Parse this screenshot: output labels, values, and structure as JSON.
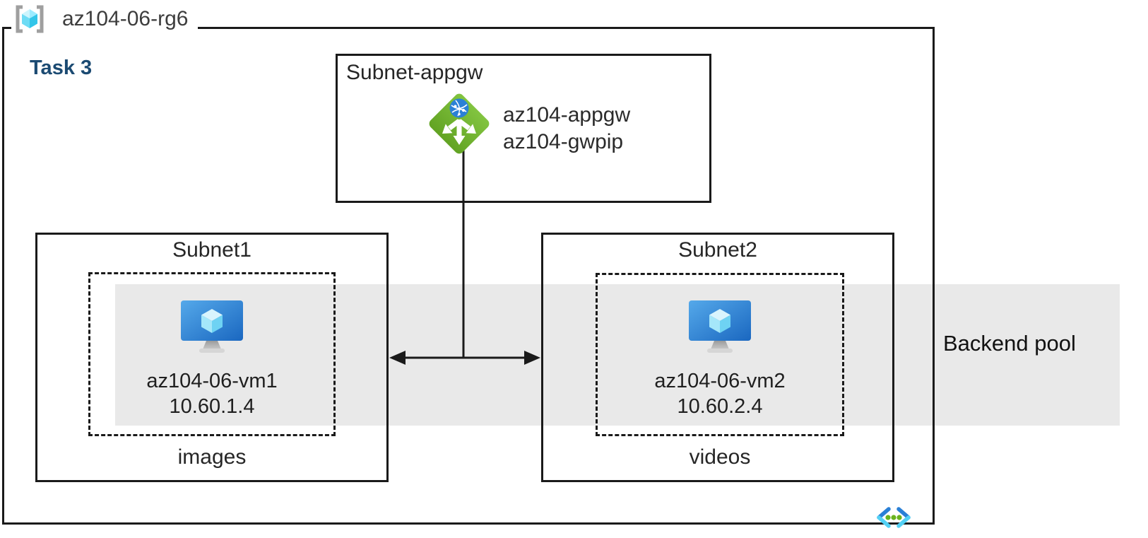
{
  "resource_group": {
    "name": "az104-06-rg6",
    "icon": "resource-group-icon"
  },
  "task": {
    "label": "Task 3",
    "color": "#1b4a72"
  },
  "appgw_subnet": {
    "label": "Subnet-appgw",
    "icon": "application-gateway-icon",
    "gateway_name": "az104-appgw",
    "public_ip_name": "az104-gwpip"
  },
  "subnets": [
    {
      "label": "Subnet1",
      "vm": {
        "name": "az104-06-vm1",
        "ip": "10.60.1.4",
        "icon": "virtual-machine-icon"
      },
      "app": "images"
    },
    {
      "label": "Subnet2",
      "vm": {
        "name": "az104-06-vm2",
        "ip": "10.60.2.4",
        "icon": "virtual-machine-icon"
      },
      "app": "videos"
    }
  ],
  "backend_pool": {
    "label": "Backend pool",
    "band_color": "#e9e9e9"
  },
  "virtual_network": {
    "icon": "virtual-network-icon"
  },
  "connections": [
    {
      "from": "application-gateway",
      "to": "subnet-gap",
      "style": "vertical-line"
    },
    {
      "from": "Subnet1",
      "to": "Subnet2",
      "style": "double-arrow"
    }
  ],
  "colors": {
    "border_black": "#1a1a1a",
    "appgw_green": "#74b42f",
    "azure_blue": "#2a80d6",
    "cyan": "#53d1f5",
    "cube_cyan": "#50e6ff",
    "task_blue": "#1b4a72",
    "band_gray": "#e9e9e9"
  }
}
